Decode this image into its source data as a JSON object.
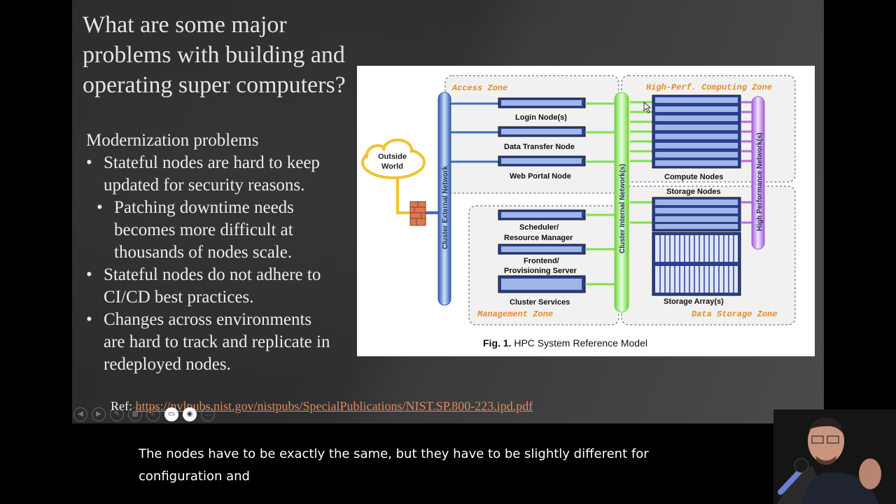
{
  "slide": {
    "title": "What are some major problems with building and operating super computers?",
    "section_heading": "Modernization problems",
    "bullets": {
      "b1": "Stateful nodes are hard to keep updated for security reasons.",
      "b1_sub": "Patching downtime needs becomes more difficult at thousands of nodes scale.",
      "b2": "Stateful nodes do not adhere to CI/CD best practices.",
      "b3": "Changes across environments are hard to track and replicate in redeployed nodes."
    },
    "ref_label": "Ref:",
    "ref_link": "https://nvlpubs.nist.gov/nistpubs/SpecialPublications/NIST.SP.800-223.ipd.pdf"
  },
  "figure": {
    "caption_label": "Fig. 1.",
    "caption_text": "HPC System Reference Model",
    "zones": {
      "access": "Access Zone",
      "hpc": "High-Perf. Computing Zone",
      "management": "Management Zone",
      "storage": "Data Storage Zone"
    },
    "outside_world": "Outside World",
    "networks": {
      "external": "Cluster External Network",
      "internal": "Cluster Internal Network(s)",
      "high_perf": "High Performance Network(s)"
    },
    "nodes": {
      "login": "Login Node(s)",
      "data_transfer": "Data Transfer Node",
      "web_portal": "Web Portal Node",
      "scheduler": "Scheduler/ Resource Manager",
      "frontend": "Frontend/ Provisioning Server",
      "cluster_services": "Cluster Services",
      "compute": "Compute Nodes",
      "storage_nodes": "Storage Nodes",
      "storage_arrays": "Storage Array(s)"
    },
    "colors": {
      "zone_label": "#e48a2a",
      "external_net": "#3f6fbf",
      "internal_net": "#7fe04a",
      "high_perf_net": "#b46be0",
      "node": "#2b3f8f"
    }
  },
  "caption": {
    "line1": "The nodes have to be exactly the same, but they have to be slightly different for",
    "line2": "configuration and"
  }
}
